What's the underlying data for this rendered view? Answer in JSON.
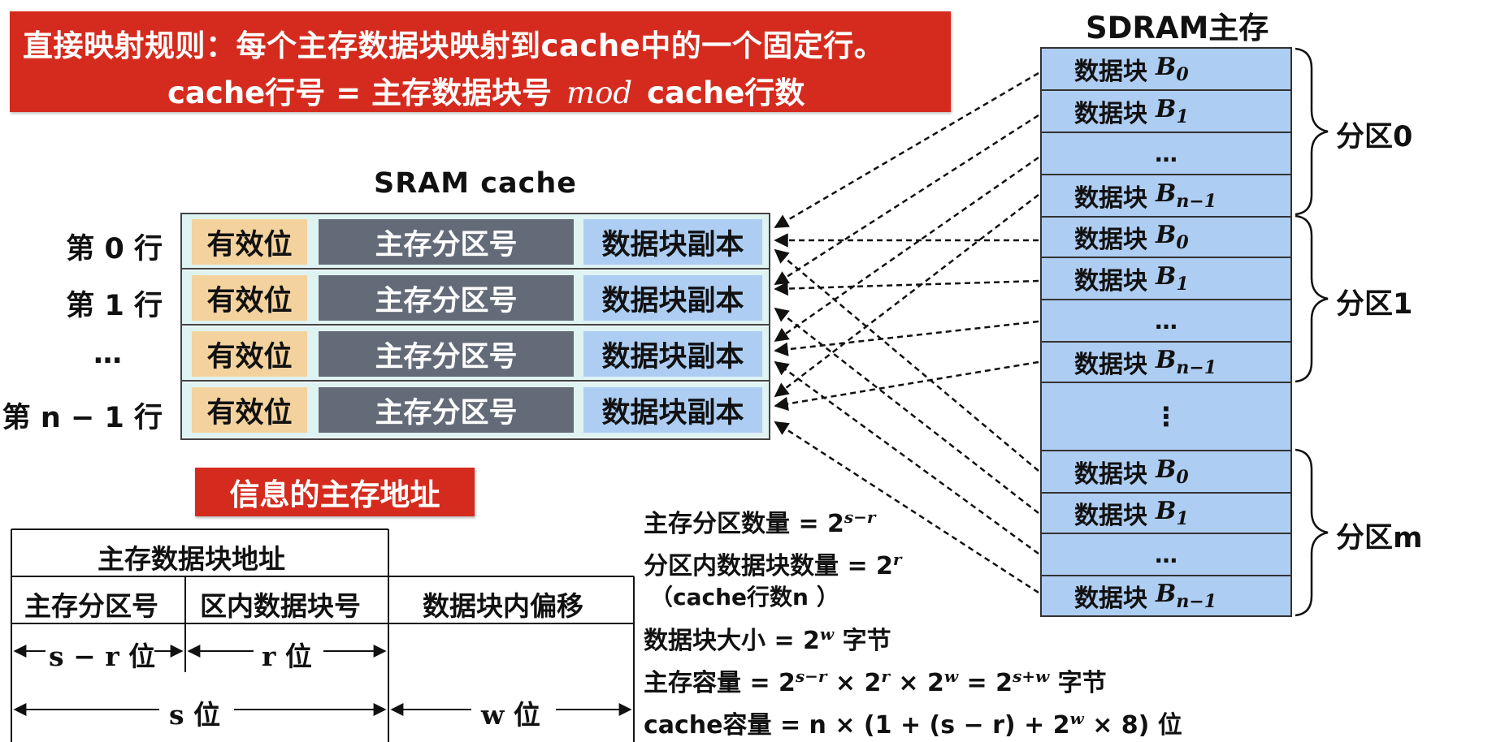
{
  "banner": {
    "line1": "直接映射规则：每个主存数据块映射到cache中的一个固定行。",
    "line2_left": "cache行号 = 主存数据块号",
    "line2_mod": "mod",
    "line2_right": "cache行数"
  },
  "cache": {
    "title": "SRAM  cache",
    "rows": [
      {
        "label": "第 0 行",
        "valid": "有效位",
        "tag": "主存分区号",
        "data": "数据块副本"
      },
      {
        "label": "第 1 行",
        "valid": "有效位",
        "tag": "主存分区号",
        "data": "数据块副本"
      },
      {
        "label": "…",
        "valid": "有效位",
        "tag": "主存分区号",
        "data": "数据块副本"
      },
      {
        "label": "第 n − 1 行",
        "valid": "有效位",
        "tag": "主存分区号",
        "data": "数据块副本"
      }
    ]
  },
  "address": {
    "button": "信息的主存地址",
    "block_addr": "主存数据块地址",
    "tag": "主存分区号",
    "index": "区内数据块号",
    "offset": "数据块内偏移",
    "tag_bits": "s − r 位",
    "index_bits": "r 位",
    "s_bits": "s 位",
    "w_bits": "w 位"
  },
  "formulas": {
    "f1": "主存分区数量 = 2",
    "f1_sup": "s−r",
    "f2": "分区内数据块数量 = 2",
    "f2_sup": "r",
    "f2_note": "（cache行数n ）",
    "f3": "数据块大小 = 2",
    "f3_sup": "w",
    "f3_unit": " 字节",
    "f4_a": "主存容量 = 2",
    "f4_sup1": "s−r",
    "f4_b": " × 2",
    "f4_sup2": "r",
    "f4_c": " × 2",
    "f4_sup3": "w",
    "f4_d": " = 2",
    "f4_sup4": "s+w",
    "f4_unit": " 字节",
    "f5": "cache容量 = n × (1 + (s − r)  + 2",
    "f5_sup": "w",
    "f5_end": " × 8) 位"
  },
  "sdram": {
    "title": "SDRAM主存",
    "block_label": "数据块",
    "b0": "B",
    "b0_sub": "0",
    "b1": "B",
    "b1_sub": "1",
    "bn": "B",
    "bn_sub": "n−1",
    "hdots": "…",
    "vdots": "⋮",
    "partitions": [
      "分区0",
      "分区1",
      "分区m"
    ]
  }
}
